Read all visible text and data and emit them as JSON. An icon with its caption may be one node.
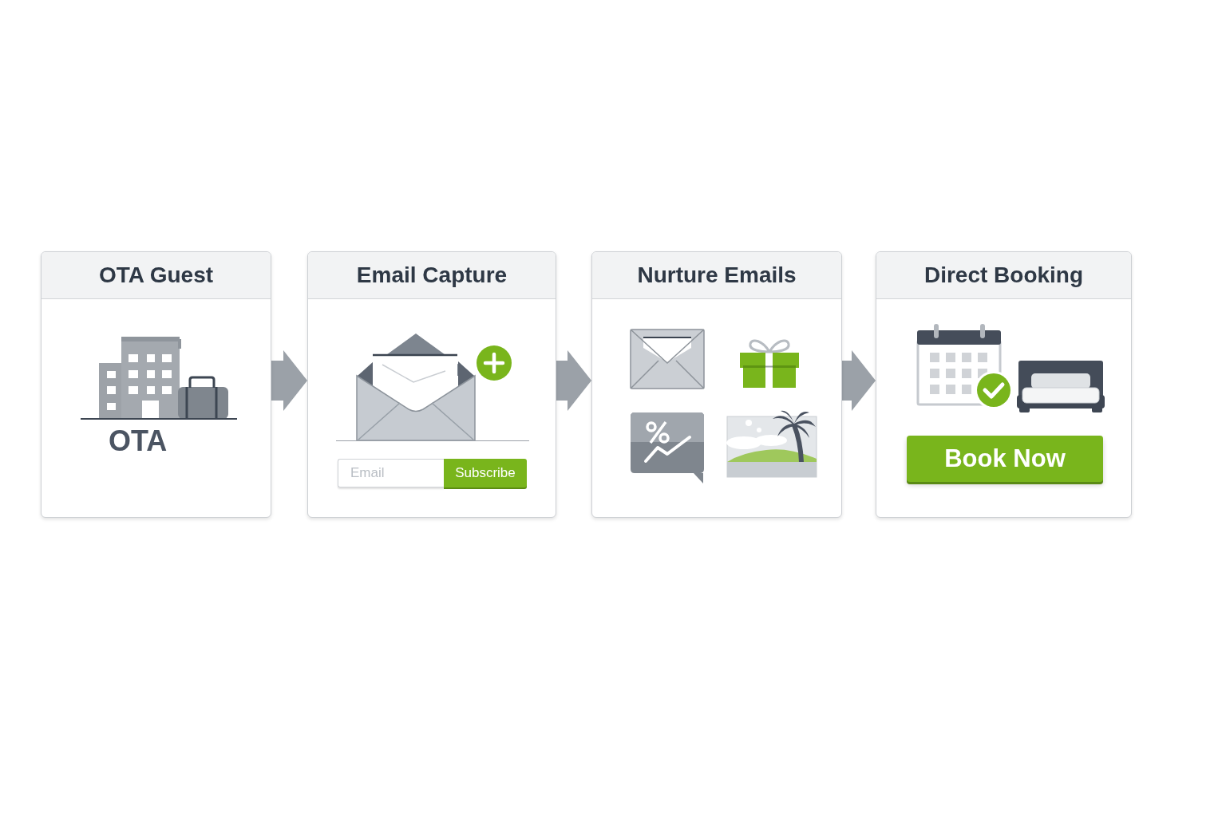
{
  "diagram": {
    "nodes": [
      {
        "text": [
          "OTA Guest",
          "OTA"
        ]
      },
      {
        "text": [
          "Email Capture",
          "Email",
          "Subscribe"
        ]
      },
      {
        "text": [
          "Nurture Emails"
        ]
      },
      {
        "text": [
          "Direct Booking",
          "Book Now"
        ]
      }
    ],
    "edges": [
      {
        "from": 0,
        "to": 1,
        "arrow": "to"
      },
      {
        "from": 1,
        "to": 2,
        "arrow": "to"
      },
      {
        "from": 2,
        "to": 3,
        "arrow": "to"
      }
    ]
  }
}
